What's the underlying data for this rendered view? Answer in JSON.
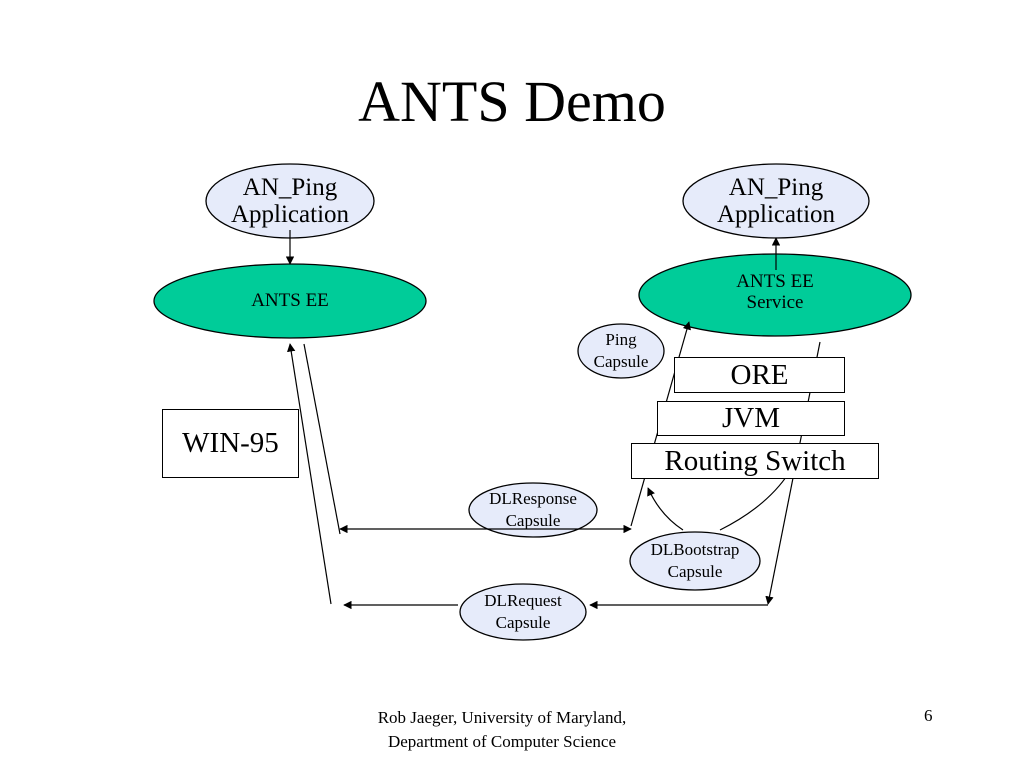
{
  "slide": {
    "title": "ANTS Demo",
    "footer": "Rob Jaeger, University of Maryland,\nDepartment of Computer Science",
    "page_number": "6"
  },
  "nodes": {
    "left_app": "AN_Ping\nApplication",
    "right_app": "AN_Ping\nApplication",
    "left_ee": "ANTS EE",
    "right_ee": "ANTS EE\nService",
    "ping_capsule": "Ping\nCapsule",
    "dlresponse": "DLResponse\nCapsule",
    "dlbootstrap": "DLBootstrap\nCapsule",
    "dlrequest": "DLRequest\nCapsule",
    "win95": "WIN-95",
    "ore": "ORE",
    "jvm": "JVM",
    "routing_switch": "Routing Switch"
  },
  "colors": {
    "app_fill": "#e6ebfa",
    "ee_fill": "#00cc99",
    "capsule_fill": "#e6ebfa",
    "line": "#000000"
  }
}
